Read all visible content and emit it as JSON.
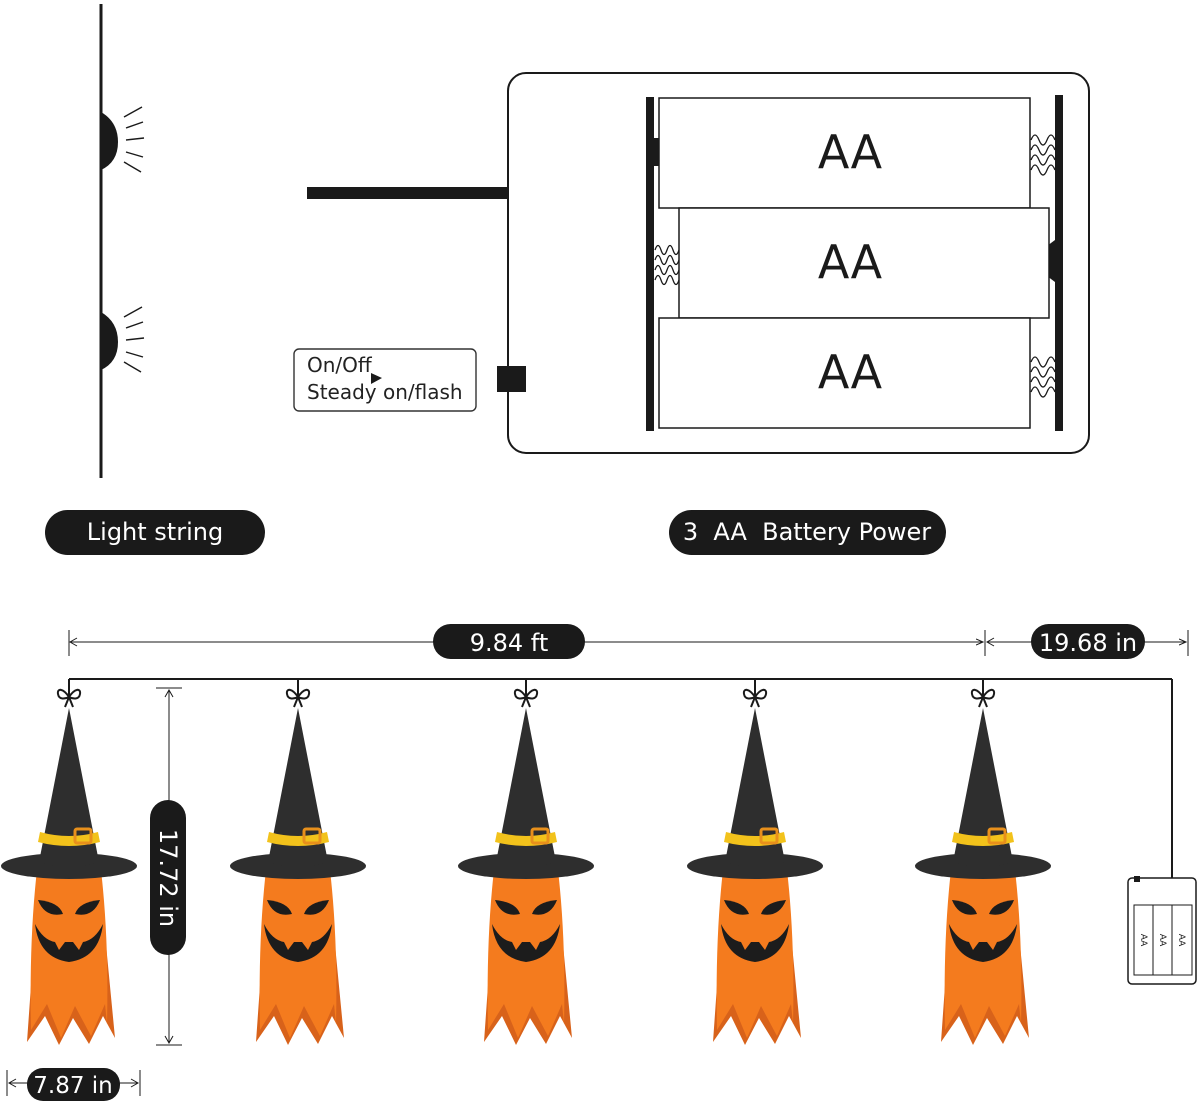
{
  "labels": {
    "light_string": "Light string",
    "battery_power": "3  AA  Battery Power",
    "switch_line1": "On/Off",
    "switch_line2": "Steady on/flash",
    "battery_cells": [
      "AA",
      "AA",
      "AA"
    ]
  },
  "dimensions": {
    "string_length": "9.84 ft",
    "lead_length": "19.68 in",
    "hat_height": "17.72 in",
    "hat_width": "7.87 in"
  },
  "mini_box": {
    "cells": [
      "AA",
      "AA",
      "AA"
    ]
  },
  "hats": {
    "count": 5
  },
  "colors": {
    "ink": "#1a1a1a",
    "hat": "#2e2e2e",
    "band": "#f2c21b",
    "buckle": "#e8901c",
    "ghost": "#f47b1e",
    "ghost_shadow": "#d8621a",
    "face": "#1c1c1c"
  }
}
